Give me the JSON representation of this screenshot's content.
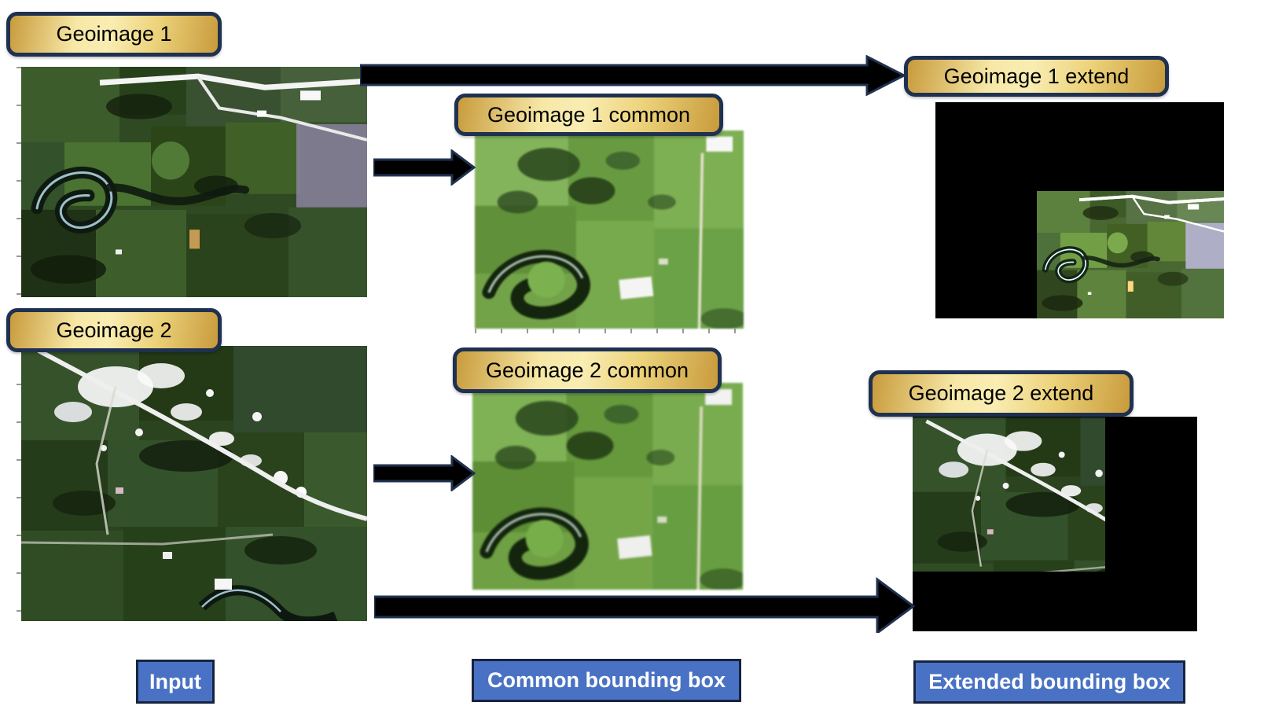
{
  "diagram": {
    "nodes": {
      "geoimage1": "Geoimage 1",
      "geoimage2": "Geoimage 2",
      "geoimage1_common": "Geoimage 1 common",
      "geoimage2_common": "Geoimage 2 common",
      "geoimage1_extend": "Geoimage 1 extend",
      "geoimage2_extend": "Geoimage 2 extend"
    },
    "stages": [
      {
        "caption": "Input"
      },
      {
        "caption": "Common bounding box"
      },
      {
        "caption": "Extended bounding box"
      }
    ],
    "icons": [
      "right-arrow-icon"
    ],
    "colors": {
      "gold_light": "#f7e8a6",
      "gold_mid": "#ecd27a",
      "gold_dark": "#c89b3c",
      "navy_border": "#1f3150",
      "caption_blue": "#4a72c4",
      "caption_border": "#17233f",
      "arrow_black": "#000000",
      "mask_black": "#000000",
      "canvas_bg": "#ffffff",
      "label_text": "#000000",
      "caption_text": "#ffffff"
    }
  }
}
